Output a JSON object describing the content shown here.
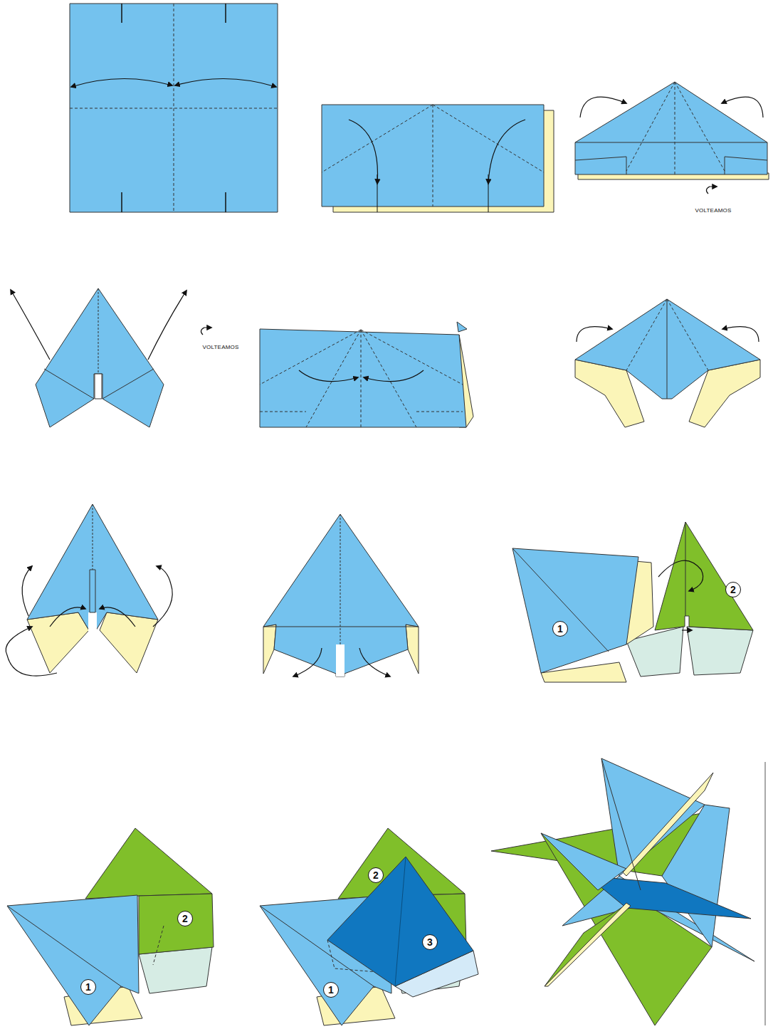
{
  "diagram": {
    "labels": [
      "VOLTEAMOS",
      "VOLTEAMOS",
      "1",
      "2",
      "1",
      "2",
      "1",
      "2",
      "3"
    ]
  }
}
